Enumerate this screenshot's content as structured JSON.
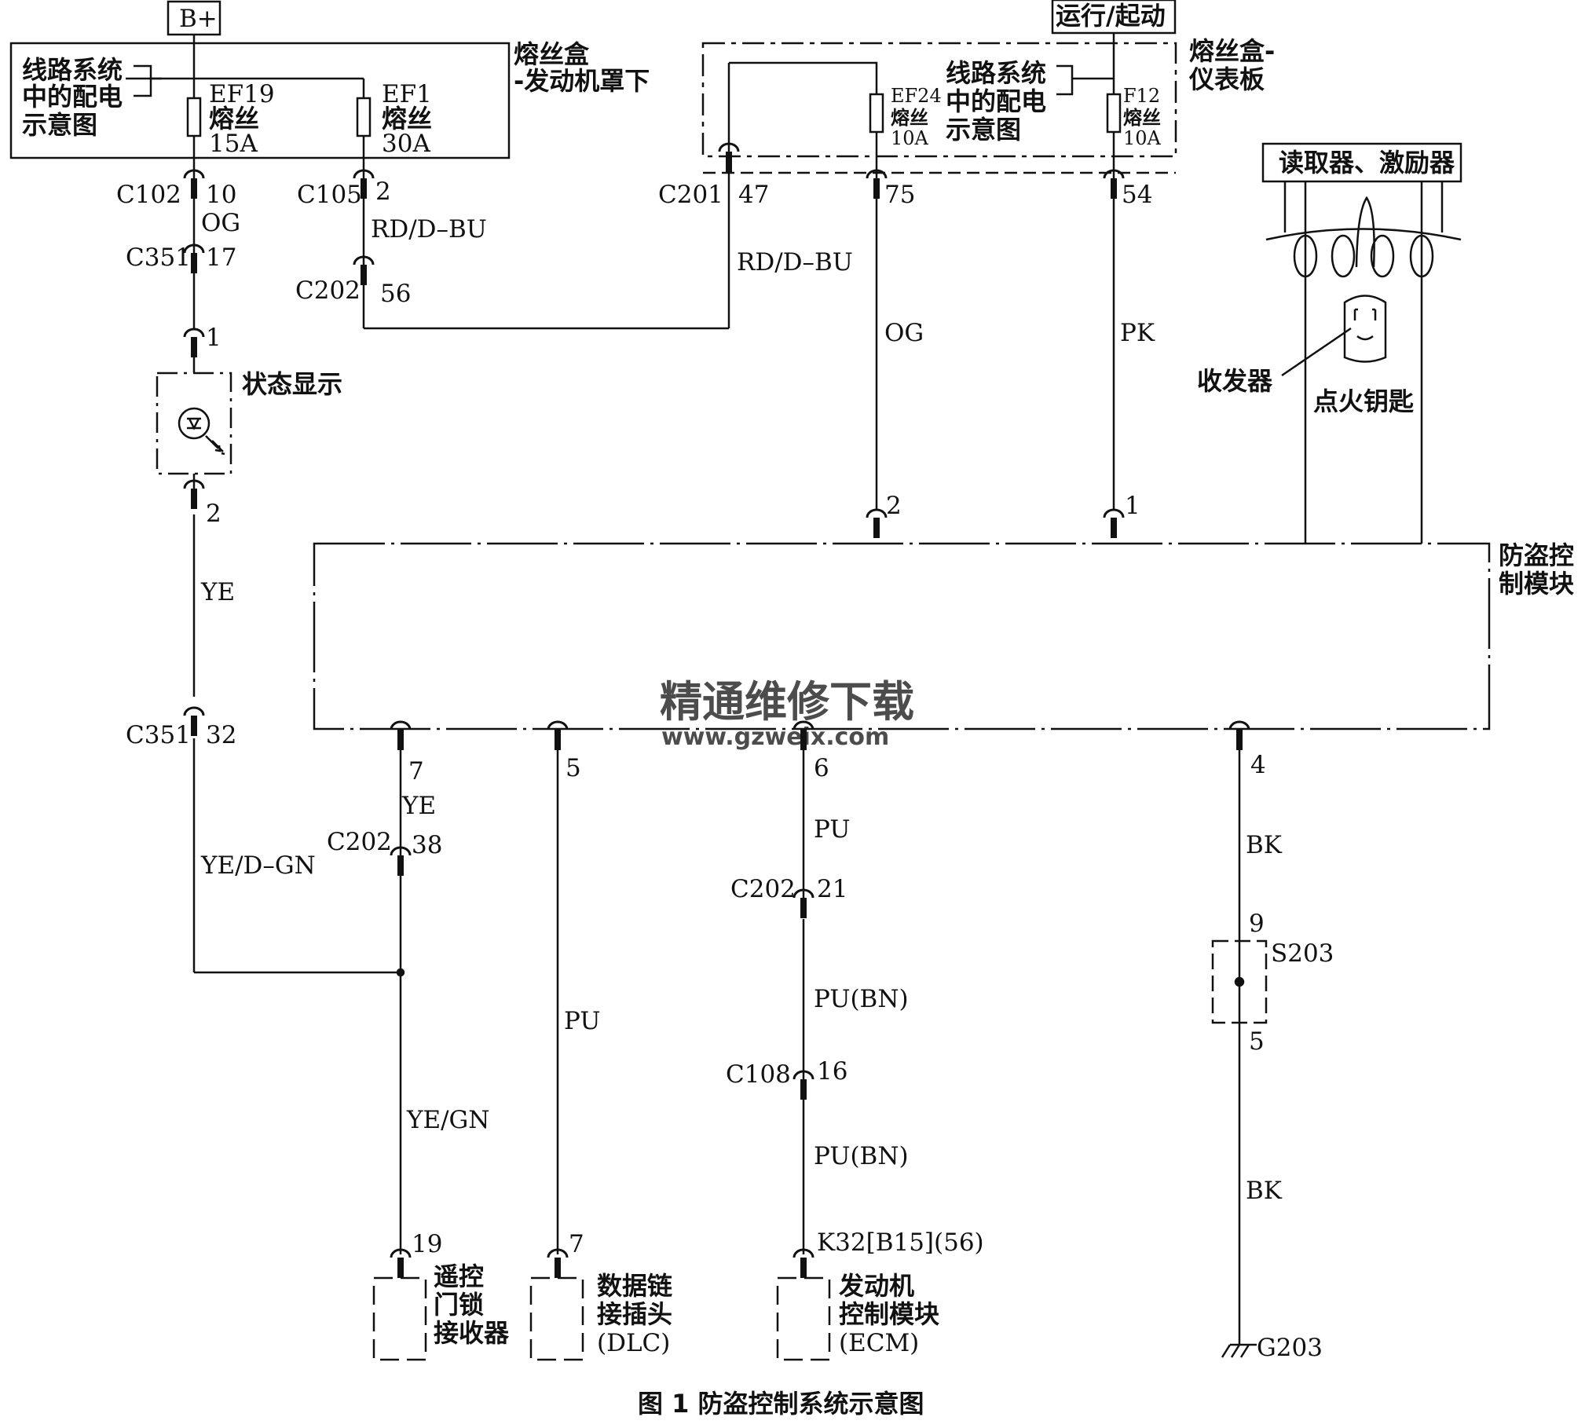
{
  "caption": "图 1   防盗控制系统示意图",
  "watermark": {
    "line1": "精通维修下载",
    "line2": "www.gzweix.com",
    "color": "#f2a07a"
  },
  "power": {
    "b_plus": "B+",
    "run_start": "运行/起动"
  },
  "fuse_box_engine": {
    "title_l1": "熔丝盒",
    "title_l2": "-发动机罩下",
    "ref_l1": "线路系统",
    "ref_l2": "中的配电",
    "ref_l3": "示意图",
    "ef19": {
      "name": "EF19",
      "type": "熔丝",
      "rating": "15A"
    },
    "ef1": {
      "name": "EF1",
      "type": "熔丝",
      "rating": "30A"
    }
  },
  "fuse_box_dash": {
    "title_l1": "熔丝盒-",
    "title_l2": "仪表板",
    "ref_l1": "线路系统",
    "ref_l2": "中的配电",
    "ref_l3": "示意图",
    "ef24": {
      "name": "EF24",
      "type": "熔丝",
      "rating": "10A"
    },
    "f12": {
      "name": "F12",
      "type": "熔丝",
      "rating": "10A"
    }
  },
  "connectors": {
    "c102": {
      "name": "C102",
      "pin": "10"
    },
    "c105": {
      "name": "C105",
      "pin": "2"
    },
    "c351a": {
      "name": "C351",
      "pin": "17"
    },
    "c202a": {
      "name": "C202",
      "pin": "56"
    },
    "c201": {
      "name": "C201",
      "pin": "47"
    },
    "pin75": "75",
    "pin54": "54",
    "status_in": "1",
    "status_out": "2",
    "module_pin2": "2",
    "module_pin1": "1",
    "c351b": {
      "name": "C351",
      "pin": "32"
    },
    "module_pin7": "7",
    "module_pin5": "5",
    "module_pin6": "6",
    "module_pin4": "4",
    "c202b": {
      "name": "C202",
      "pin": "38"
    },
    "c202c": {
      "name": "C202",
      "pin": "21"
    },
    "c108": {
      "name": "C108",
      "pin": "16"
    },
    "s203": {
      "name": "S203",
      "pin_in": "9",
      "pin_out": "5"
    },
    "rke_pin": "19",
    "dlc_pin": "7",
    "ecm_pin": "K32[B15](56)"
  },
  "wires": {
    "og1": "OG",
    "rd_dbu1": "RD/D–BU",
    "rd_dbu2": "RD/D–BU",
    "og2": "OG",
    "pk": "PK",
    "ye1": "YE",
    "ye2": "YE",
    "ye_dgn": "YE/D–GN",
    "ye_gn": "YE/GN",
    "pu1": "PU",
    "pu2": "PU",
    "pu_bn1": "PU(BN)",
    "pu_bn2": "PU(BN)",
    "bk1": "BK",
    "bk2": "BK"
  },
  "components": {
    "status_display": "状态显示",
    "module_l1": "防盗控",
    "module_l2": "制模块",
    "reader": "读取器、激励器",
    "transceiver": "收发器",
    "ignition_key": "点火钥匙",
    "rke_l1": "遥控",
    "rke_l2": "门锁",
    "rke_l3": "接收器",
    "dlc_l1": "数据链",
    "dlc_l2": "接插头",
    "dlc_l3": "(DLC)",
    "ecm_l1": "发动机",
    "ecm_l2": "控制模块",
    "ecm_l3": "(ECM)",
    "ground": "G203"
  }
}
